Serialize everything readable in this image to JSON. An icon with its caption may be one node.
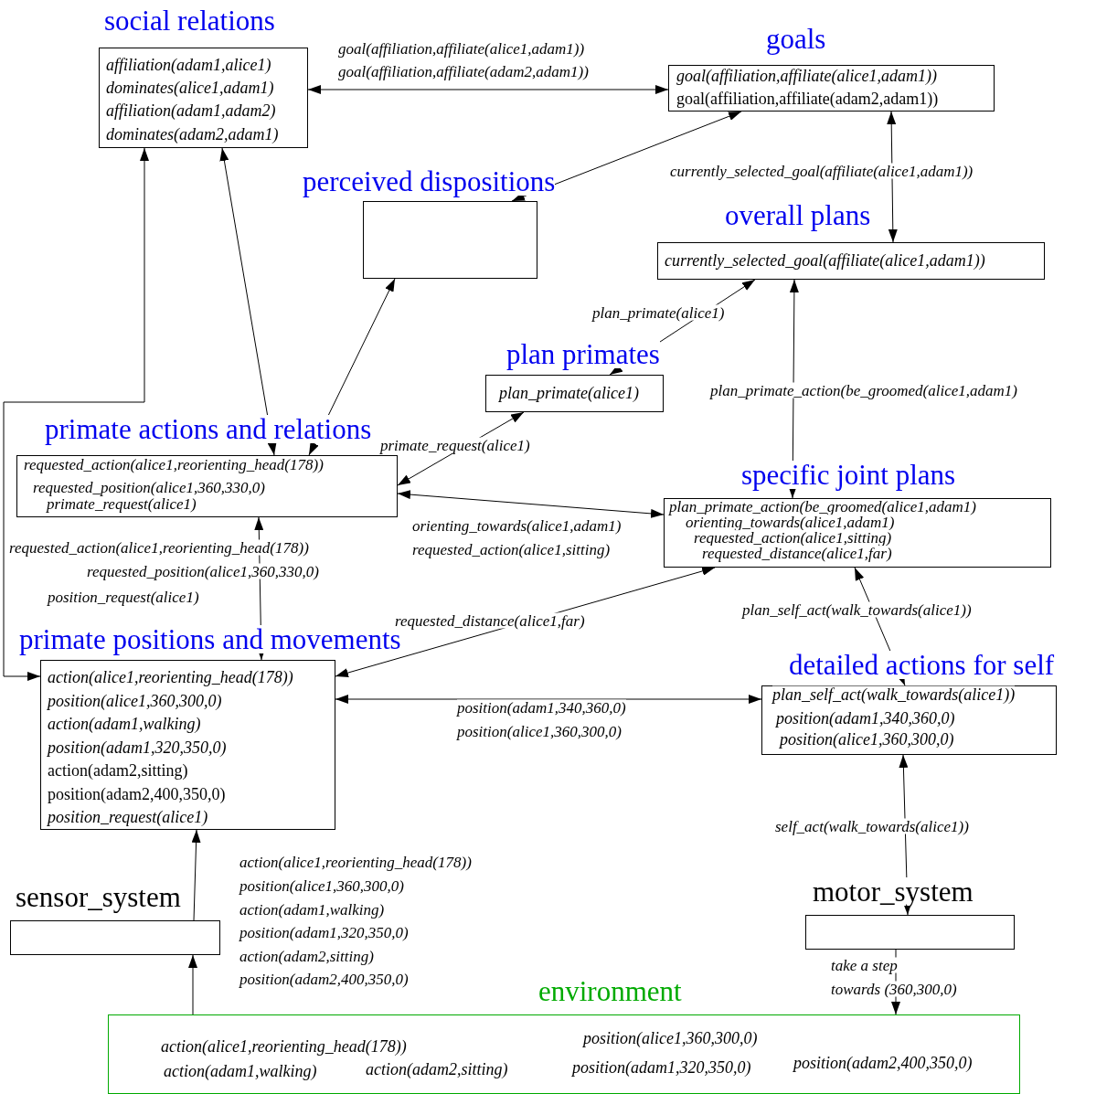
{
  "diagram": {
    "nodes": [
      {
        "text": [
          "social relations",
          "affiliation(adam1,alice1)",
          "dominates(alice1,adam1)",
          "affiliation(adam1,adam2)",
          "dominates(adam2,adam1)"
        ]
      },
      {
        "text": [
          "goals",
          "goal(affiliation,affiliate(alice1,adam1))",
          "goal(affiliation,affiliate(adam2,adam1))"
        ]
      },
      {
        "text": [
          "perceived dispositions"
        ]
      },
      {
        "text": [
          "overall plans",
          "currently_selected_goal(affiliate(alice1,adam1))"
        ]
      },
      {
        "text": [
          "plan primates",
          "plan_primate(alice1)"
        ]
      },
      {
        "text": [
          "primate actions and relations",
          "requested_action(alice1,reorienting_head(178))",
          "requested_position(alice1,360,330,0)",
          "primate_request(alice1)"
        ]
      },
      {
        "text": [
          "specific joint plans",
          "plan_primate_action(be_groomed(alice1,adam1)",
          "orienting_towards(alice1,adam1)",
          "requested_action(alice1,sitting)",
          "requested_distance(alice1,far)"
        ]
      },
      {
        "text": [
          "primate positions and movements",
          "action(alice1,reorienting_head(178))",
          "position(alice1,360,300,0)",
          "action(adam1,walking)",
          "position(adam1,320,350,0)",
          "action(adam2,sitting)",
          "position(adam2,400,350,0)",
          "position_request(alice1)"
        ]
      },
      {
        "text": [
          "detailed actions for self",
          "plan_self_act(walk_towards(alice1))",
          "position(adam1,340,360,0)",
          "position(alice1,360,300,0)"
        ]
      },
      {
        "text": [
          "sensor_system"
        ]
      },
      {
        "text": [
          "motor_system"
        ]
      },
      {
        "text": [
          "environment",
          "action(alice1,reorienting_head(178))",
          "action(adam1,walking)",
          "action(adam2,sitting)",
          "position(alice1,360,300,0)",
          "position(adam1,320,350,0)",
          "position(adam2,400,350,0)"
        ]
      }
    ],
    "edges": [
      {
        "from": 0,
        "to": 1,
        "arrow": "both",
        "label": "goal(affiliation,affiliate(alice1,adam1)) goal(affiliation,affiliate(adam2,adam1))"
      },
      {
        "from": 1,
        "to": 2,
        "arrow": "both"
      },
      {
        "from": 1,
        "to": 3,
        "arrow": "both",
        "label": "currently_selected_goal(affiliate(alice1,adam1))"
      },
      {
        "from": 3,
        "to": 4,
        "arrow": "both",
        "label": "plan_primate(alice1)"
      },
      {
        "from": 3,
        "to": 6,
        "arrow": "both",
        "label": "plan_primate_action(be_groomed(alice1,adam1)"
      },
      {
        "from": 4,
        "to": 5,
        "arrow": "both",
        "label": "primate_request(alice1)"
      },
      {
        "from": 5,
        "to": 6,
        "arrow": "both",
        "label": "orienting_towards(alice1,adam1) requested_action(alice1,sitting)"
      },
      {
        "from": 0,
        "to": 7,
        "arrow": "both"
      },
      {
        "from": 0,
        "to": 5,
        "arrow": "both"
      },
      {
        "from": 2,
        "to": 5,
        "arrow": "both"
      },
      {
        "from": 5,
        "to": 7,
        "arrow": "both",
        "label": "requested_action(alice1,reorienting_head(178)) requested_position(alice1,360,330,0) position_request(alice1)"
      },
      {
        "from": 6,
        "to": 7,
        "arrow": "both",
        "label": "requested_distance(alice1,far)"
      },
      {
        "from": 7,
        "to": 8,
        "arrow": "both",
        "label": "position(adam1,340,360,0) position(alice1,360,300,0)"
      },
      {
        "from": 6,
        "to": 8,
        "arrow": "both",
        "label": "plan_self_act(walk_towards(alice1))"
      },
      {
        "from": 8,
        "to": 10,
        "arrow": "both",
        "label": "self_act(walk_towards(alice1))"
      },
      {
        "from": 9,
        "to": 7,
        "arrow": "to",
        "label": "action(alice1,reorienting_head(178)) position(alice1,360,300,0) action(adam1,walking) position(adam1,320,350,0) action(adam2,sitting) position(adam2,400,350,0)"
      },
      {
        "from": 11,
        "to": 9,
        "arrow": "to"
      },
      {
        "from": 10,
        "to": 11,
        "arrow": "to",
        "label": "take a step towards (360,300,0)"
      }
    ]
  }
}
